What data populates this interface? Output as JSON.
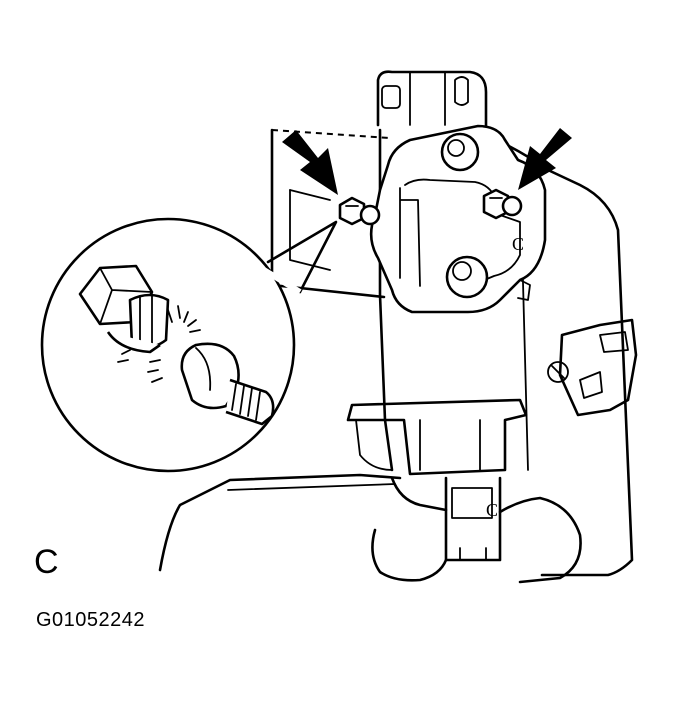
{
  "figure": {
    "view_label": "C",
    "figure_code": "G01052242",
    "part_marks": [
      "C",
      "C"
    ]
  }
}
